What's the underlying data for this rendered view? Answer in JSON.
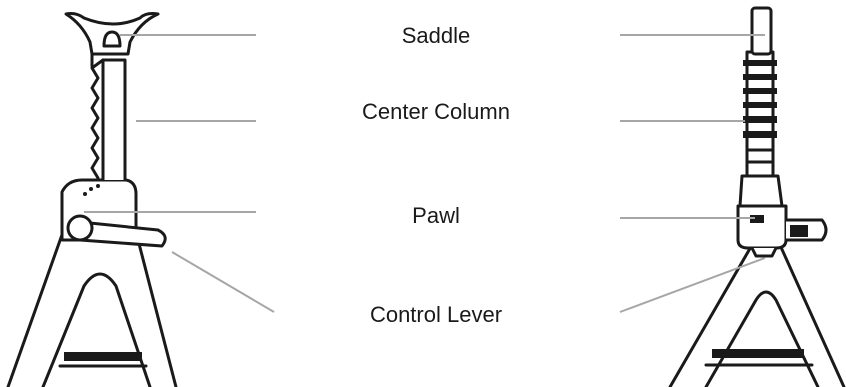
{
  "labels": {
    "saddle": "Saddle",
    "center_column": "Center Column",
    "pawl": "Pawl",
    "control_lever": "Control Lever"
  },
  "colors": {
    "ink": "#1a1a1a",
    "leader": "#a6a6a6"
  }
}
